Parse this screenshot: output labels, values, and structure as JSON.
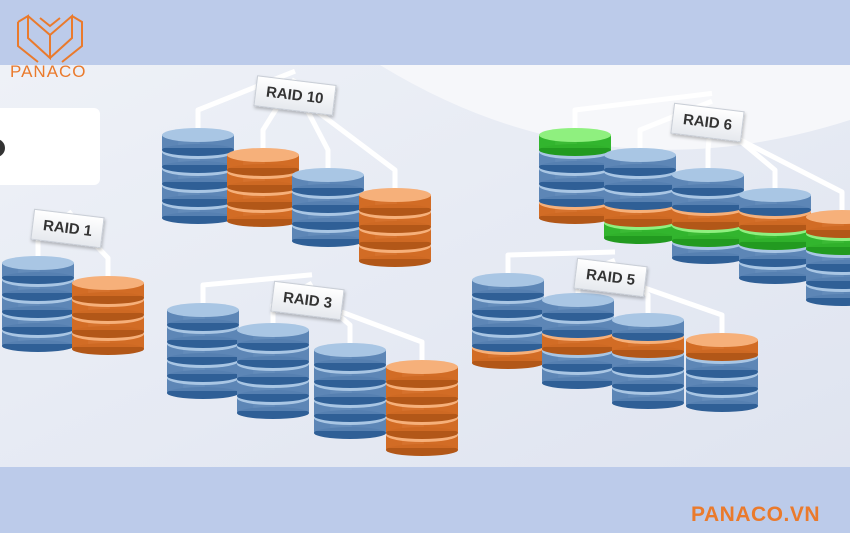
{
  "brand": {
    "logo_text": "PANACO",
    "website": "PANACO.VN",
    "accent": "#ea7a2c"
  },
  "colors": {
    "blue": "#7fa6cf",
    "orange": "#e98a45",
    "green": "#4fd44a",
    "band": "#bccbea"
  },
  "groups": [
    {
      "label": "RAID 10",
      "stacks": [
        [
          "blue",
          "blue",
          "blue",
          "blue",
          "blue"
        ],
        [
          "orange",
          "orange",
          "orange",
          "orange"
        ],
        [
          "blue",
          "blue",
          "blue",
          "blue"
        ],
        [
          "orange",
          "orange",
          "orange",
          "orange"
        ]
      ]
    },
    {
      "label": "RAID 1",
      "stacks": [
        [
          "blue",
          "blue",
          "blue",
          "blue",
          "blue"
        ],
        [
          "orange",
          "orange",
          "orange",
          "orange"
        ]
      ]
    },
    {
      "label": "RAID 3",
      "stacks": [
        [
          "blue",
          "blue",
          "blue",
          "blue",
          "blue"
        ],
        [
          "blue",
          "blue",
          "blue",
          "blue",
          "blue"
        ],
        [
          "blue",
          "blue",
          "blue",
          "blue",
          "blue"
        ],
        [
          "orange",
          "orange",
          "orange",
          "orange",
          "orange"
        ]
      ]
    },
    {
      "label": "RAID 5",
      "stacks": [
        [
          "blue",
          "blue",
          "blue",
          "blue",
          "orange"
        ],
        [
          "blue",
          "blue",
          "orange",
          "blue",
          "blue"
        ],
        [
          "blue",
          "orange",
          "blue",
          "blue",
          "blue"
        ],
        [
          "orange",
          "blue",
          "blue",
          "blue"
        ]
      ]
    },
    {
      "label": "RAID 6",
      "stacks": [
        [
          "green",
          "blue",
          "blue",
          "blue",
          "orange"
        ],
        [
          "blue",
          "blue",
          "blue",
          "orange",
          "green"
        ],
        [
          "blue",
          "blue",
          "orange",
          "green",
          "blue"
        ],
        [
          "blue",
          "orange",
          "green",
          "blue",
          "blue"
        ],
        [
          "orange",
          "green",
          "blue",
          "blue",
          "blue"
        ]
      ]
    }
  ]
}
